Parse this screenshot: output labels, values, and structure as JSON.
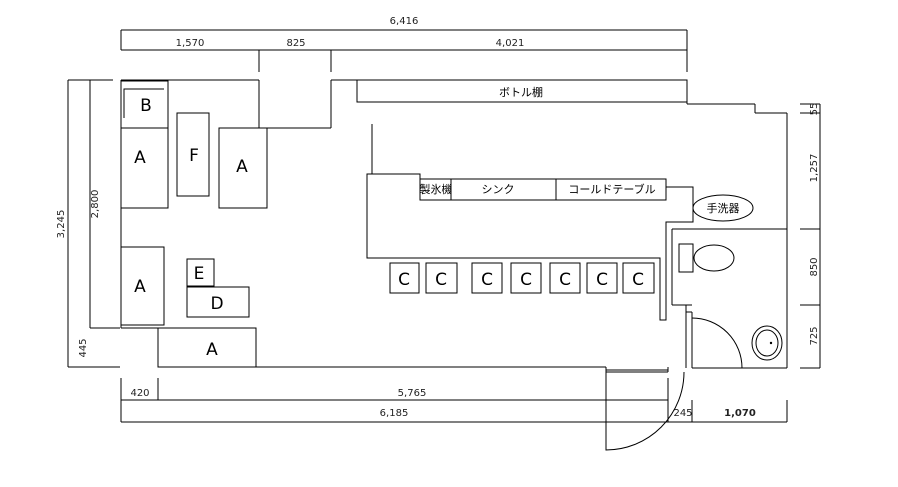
{
  "dimensions": {
    "top_total": "6,416",
    "top_seg1": "1,570",
    "top_seg2": "825",
    "top_seg3": "4,021",
    "left_outer": "3,245",
    "left_inner": "2,800",
    "left_bottom": "445",
    "right_1": "55",
    "right_2": "1,257",
    "right_3": "850",
    "right_4": "725",
    "bottom_1": "420",
    "bottom_2": "5,765",
    "bottom_total": "6,185",
    "bottom_3": "245",
    "bottom_4": "1,070"
  },
  "labels": {
    "bottle_shelf": "ボトル棚",
    "ice_machine": "製氷機",
    "sink": "シンク",
    "cold_table": "コールドテーブル",
    "hand_wash": "手洗器",
    "table_a": "A",
    "table_b": "B",
    "table_d": "D",
    "table_e": "E",
    "table_f": "F",
    "seat_c": "C"
  }
}
